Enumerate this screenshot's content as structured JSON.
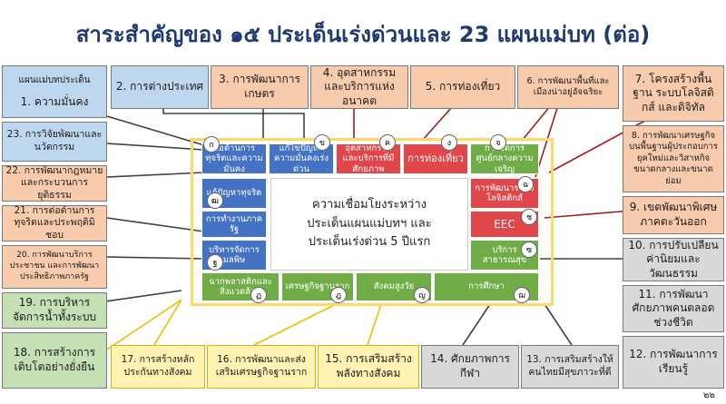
{
  "title": "สาระสำคัญของ ๑๕ ประเด็นเร่งด่วนและ 23 แผนแม่บท (ต่อ)",
  "left_header": "แผนแม่บทประเด็น",
  "plans": {
    "p1": "1. ความมั่นคง",
    "p2": "2. การต่างประเทศ",
    "p3": "3. การพัฒนาการเกษตร",
    "p4": "4. อุตสาหกรรมและบริการแห่งอนาคต",
    "p5": "5. การท่องเที่ยว",
    "p6": "6. การพัฒนาพื้นที่และเมืองน่าอยู่อัจฉริยะ",
    "p7": "7. โครงสร้างพื้นฐาน ระบบโลจิสติกส์ และดิจิทัล",
    "p8": "8. การพัฒนาเศรษฐกิจบนพื้นฐานผู้ประกอบการยุคใหม่และวิสาหกิจขนาดกลางและขนาดย่อม",
    "p9": "9. เขตพัฒนาพิเศษภาคตะวันออก",
    "p10": "10. การปรับเปลี่ยนค่านิยมและวัฒนธรรม",
    "p11": "11. การพัฒนาศักยภาพคนตลอดช่วงชีวิต",
    "p12": "12. การพัฒนาการเรียนรู้",
    "p13": "13. การเสริมสร้างให้คนไทยมีสุขภาวะที่ดี",
    "p14": "14. ศักยภาพการกีฬา",
    "p15": "15. การเสริมสร้างพลังทางสังคม",
    "p16": "16. การพัฒนาและส่งเสริมเศรษฐกิจฐานราก",
    "p17": "17. การสร้างหลักประกันทางสังคม",
    "p18": "18. การสร้างการเติบโตอย่างยั่งยืน",
    "p19": "19. การบริหารจัดการน้ำทั้งระบบ",
    "p20": "20. การพัฒนาบริการประชาชน และการพัฒนาประสิทธิภาพภาครัฐ",
    "p21": "21. การต่อต้านการทุจริตและประพฤติมิชอบ",
    "p22": "22. การพัฒนากฎหมายและกระบวนการยุติธรรม",
    "p23": "23. การวิจัยพัฒนาและนวัตกรรม"
  },
  "center": {
    "line1": "ความเชื่อมโยงระหว่าง",
    "line2": "ประเด็นแผนแม่บทฯ และ",
    "line3": "ประเด็นเร่งด่วน 5 ปีแรก"
  },
  "inner": {
    "k": {
      "label": "ต่อต้านการทุจริตและความมั่นคง",
      "circle": "ก"
    },
    "kh": {
      "label": "แก้ไขปัญหาความมั่นคงเร่งด่วน",
      "circle": "ข"
    },
    "kh2": {
      "label": "อุตสาหกรรมและบริการที่มีศักยภาพ",
      "circle": "ค"
    },
    "ng": {
      "label": "การท่องเที่ยว",
      "circle": "ง"
    },
    "ch": {
      "label": "การจัดการศูนย์กลางความเจริญ",
      "circle": "จ"
    },
    "cho": {
      "label": "การพัฒนาระบบโลจิสติกส์",
      "circle": "ฉ"
    },
    "eec": {
      "label": "EEC",
      "circle": "ช"
    },
    "so": {
      "label": "บริการสาธารณสุข",
      "circle": "ซ"
    },
    "na": {
      "label": "การศึกษา",
      "circle": "ฌ"
    },
    "yo": {
      "label": "สังคมสูงวัย",
      "circle": "ญ"
    },
    "do": {
      "label": "เศรษฐกิจฐานราก",
      "circle": "ฎ"
    },
    "to": {
      "label": "ฉากพลาสติกและสิ่งแวดล้อม",
      "circle": "ฏ"
    },
    "tho": {
      "label": "บริหารจัดการมลพิษ",
      "circle": "ฐ"
    },
    "ta": {
      "label": "การทำงานภาครัฐ",
      "circle": ""
    },
    "nu": {
      "label": "แก้ปัญหาทุจริต",
      "circle": "ฒ"
    }
  },
  "page_number": "๒๒"
}
